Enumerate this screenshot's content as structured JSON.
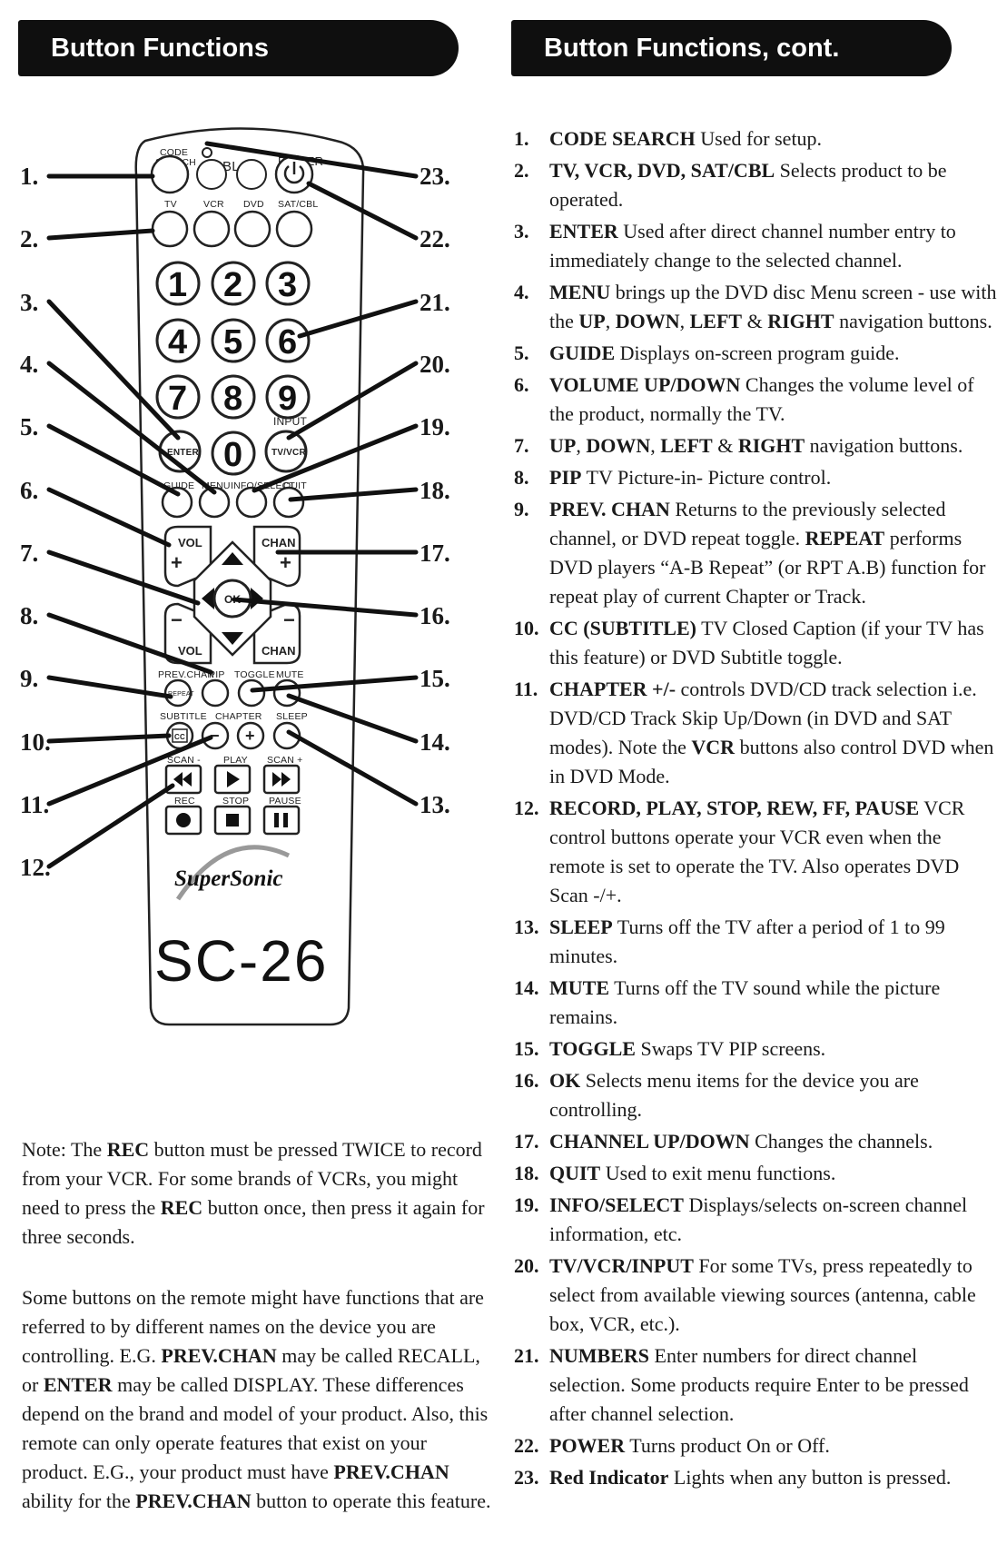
{
  "headers": {
    "left": "Button Functions",
    "right": "Button Functions, cont."
  },
  "remote": {
    "model": "SC-26",
    "brand": "SuperSonic",
    "labels": {
      "code_search_1": "CODE",
      "code_search_2": "SEARCH",
      "cbl": "CBL",
      "power": "POWER",
      "tv": "TV",
      "vcr": "VCR",
      "dvd": "DVD",
      "sat_cbl": "SAT/CBL",
      "input": "INPUT",
      "enter": "ENTER",
      "tv_vcr": "TV/VCR",
      "guide": "GUIDE",
      "menu": "MENU",
      "info_select": "INFO/SELECT",
      "quit": "QUIT",
      "vol": "VOL",
      "chan": "CHAN",
      "ok": "OK",
      "prev_chan": "PREV.CHAN",
      "pip": "PIP",
      "toggle": "TOGGLE",
      "mute": "MUTE",
      "repeat": "REPEAT",
      "subtitle": "SUBTITLE",
      "chapter": "CHAPTER",
      "sleep": "SLEEP",
      "cc": "CC",
      "scan_minus": "SCAN -",
      "play": "PLAY",
      "scan_plus": "SCAN +",
      "rec": "REC",
      "stop": "STOP",
      "pause": "PAUSE",
      "plus": "+",
      "minus": "−"
    },
    "digits": [
      "1",
      "2",
      "3",
      "4",
      "5",
      "6",
      "7",
      "8",
      "9",
      "0"
    ],
    "callouts_left": [
      "1.",
      "2.",
      "3.",
      "4.",
      "5.",
      "6.",
      "7.",
      "8.",
      "9.",
      "10.",
      "11.",
      "12."
    ],
    "callouts_right": [
      "23.",
      "22.",
      "21.",
      "20.",
      "19.",
      "18.",
      "17.",
      "16.",
      "15.",
      "14.",
      "13."
    ]
  },
  "notes": {
    "note1": [
      {
        "t": "Note: The "
      },
      {
        "t": "REC",
        "b": true
      },
      {
        "t": " button must be pressed TWICE to record from your VCR. For some brands of VCRs, you might need to press the "
      },
      {
        "t": "REC",
        "b": true
      },
      {
        "t": " button once, then press it again for three seconds."
      }
    ],
    "note2": [
      {
        "t": "Some buttons on the remote might have functions that are referred to by different names on the device you are controlling. E.G. "
      },
      {
        "t": "PREV.CHAN",
        "b": true
      },
      {
        "t": " may be called RECALL, or "
      },
      {
        "t": "ENTER",
        "b": true
      },
      {
        "t": " may be called DISPLAY. These differences depend on the brand and model of your product. Also, this remote can only operate features that exist on your product. E.G., your product must have "
      },
      {
        "t": "PREV.CHAN",
        "b": true
      },
      {
        "t": " ability for the "
      },
      {
        "t": "PREV.CHAN",
        "b": true
      },
      {
        "t": " button to operate this feature."
      }
    ]
  },
  "functions": [
    {
      "num": "1.",
      "parts": [
        {
          "t": "CODE SEARCH",
          "b": true
        },
        {
          "t": " Used for setup."
        }
      ]
    },
    {
      "num": "2.",
      "parts": [
        {
          "t": "TV, VCR, DVD, SAT/CBL",
          "b": true
        },
        {
          "t": " Selects product to be operated."
        }
      ]
    },
    {
      "num": "3.",
      "parts": [
        {
          "t": "ENTER",
          "b": true
        },
        {
          "t": " Used after direct channel number entry to immediately change to the selected channel."
        }
      ]
    },
    {
      "num": "4.",
      "parts": [
        {
          "t": "MENU",
          "b": true
        },
        {
          "t": " brings up the DVD disc Menu screen - use with the "
        },
        {
          "t": "UP",
          "b": true
        },
        {
          "t": ", "
        },
        {
          "t": "DOWN",
          "b": true
        },
        {
          "t": ", "
        },
        {
          "t": "LEFT",
          "b": true
        },
        {
          "t": " & "
        },
        {
          "t": "RIGHT",
          "b": true
        },
        {
          "t": " navigation buttons."
        }
      ]
    },
    {
      "num": "5.",
      "parts": [
        {
          "t": "GUIDE",
          "b": true
        },
        {
          "t": " Displays on-screen program guide."
        }
      ]
    },
    {
      "num": "6.",
      "parts": [
        {
          "t": "VOLUME UP/DOWN",
          "b": true
        },
        {
          "t": " Changes the volume level of the product, normally the TV."
        }
      ]
    },
    {
      "num": "7.",
      "parts": [
        {
          "t": "UP",
          "b": true
        },
        {
          "t": ", "
        },
        {
          "t": "DOWN",
          "b": true
        },
        {
          "t": ", "
        },
        {
          "t": "LEFT",
          "b": true
        },
        {
          "t": " & "
        },
        {
          "t": "RIGHT",
          "b": true
        },
        {
          "t": " navigation buttons."
        }
      ]
    },
    {
      "num": "8.",
      "parts": [
        {
          "t": "PIP",
          "b": true
        },
        {
          "t": " TV Picture-in- Picture control."
        }
      ]
    },
    {
      "num": "9.",
      "parts": [
        {
          "t": "PREV. CHAN",
          "b": true
        },
        {
          "t": " Returns to the previously selected channel, or DVD repeat toggle. "
        },
        {
          "t": "REPEAT",
          "b": true
        },
        {
          "t": " performs DVD players “A-B Repeat” (or RPT A.B) function for repeat play of current Chapter or Track."
        }
      ]
    },
    {
      "num": "10.",
      "parts": [
        {
          "t": "CC (SUBTITLE)",
          "b": true
        },
        {
          "t": " TV Closed Caption (if your TV has this feature) or DVD Subtitle toggle."
        }
      ]
    },
    {
      "num": "11.",
      "parts": [
        {
          "t": "CHAPTER +/-",
          "b": true
        },
        {
          "t": " controls DVD/CD track selection i.e. DVD/CD Track Skip Up/Down (in DVD and SAT modes). Note the "
        },
        {
          "t": "VCR",
          "b": true
        },
        {
          "t": " buttons also control DVD when in DVD Mode."
        }
      ]
    },
    {
      "num": "12.",
      "parts": [
        {
          "t": "RECORD, PLAY, STOP, REW, FF, PAUSE",
          "b": true
        },
        {
          "t": " VCR control buttons operate your VCR even when the remote is set to operate the TV. Also operates DVD Scan -/+."
        }
      ]
    },
    {
      "num": "13.",
      "parts": [
        {
          "t": "SLEEP",
          "b": true
        },
        {
          "t": " Turns off the TV after a period of 1 to 99 minutes."
        }
      ]
    },
    {
      "num": "14.",
      "parts": [
        {
          "t": "MUTE",
          "b": true
        },
        {
          "t": " Turns off the TV sound while the picture remains."
        }
      ]
    },
    {
      "num": "15.",
      "parts": [
        {
          "t": "TOGGLE",
          "b": true
        },
        {
          "t": " Swaps TV PIP screens."
        }
      ]
    },
    {
      "num": "16.",
      "parts": [
        {
          "t": "OK",
          "b": true
        },
        {
          "t": " Selects menu items for the device you are controlling."
        }
      ]
    },
    {
      "num": "17.",
      "parts": [
        {
          "t": "CHANNEL UP/DOWN",
          "b": true
        },
        {
          "t": " Changes the channels."
        }
      ]
    },
    {
      "num": "18.",
      "parts": [
        {
          "t": "QUIT",
          "b": true
        },
        {
          "t": " Used to exit menu functions."
        }
      ]
    },
    {
      "num": "19.",
      "parts": [
        {
          "t": "INFO/SELECT",
          "b": true
        },
        {
          "t": " Displays/selects on-screen channel information, etc."
        }
      ]
    },
    {
      "num": "20.",
      "parts": [
        {
          "t": "TV/VCR/INPUT",
          "b": true
        },
        {
          "t": " For some TVs, press repeatedly to select from available viewing sources (antenna, cable box, VCR, etc.)."
        }
      ]
    },
    {
      "num": "21.",
      "parts": [
        {
          "t": "NUMBERS",
          "b": true
        },
        {
          "t": " Enter numbers for direct channel selection. Some products require Enter to be pressed after channel selection."
        }
      ]
    },
    {
      "num": "22.",
      "parts": [
        {
          "t": "POWER",
          "b": true
        },
        {
          "t": " Turns product On or Off."
        }
      ]
    },
    {
      "num": "23.",
      "parts": [
        {
          "t": "Red Indicator",
          "b": true
        },
        {
          "t": " Lights when any button is pressed."
        }
      ]
    }
  ]
}
